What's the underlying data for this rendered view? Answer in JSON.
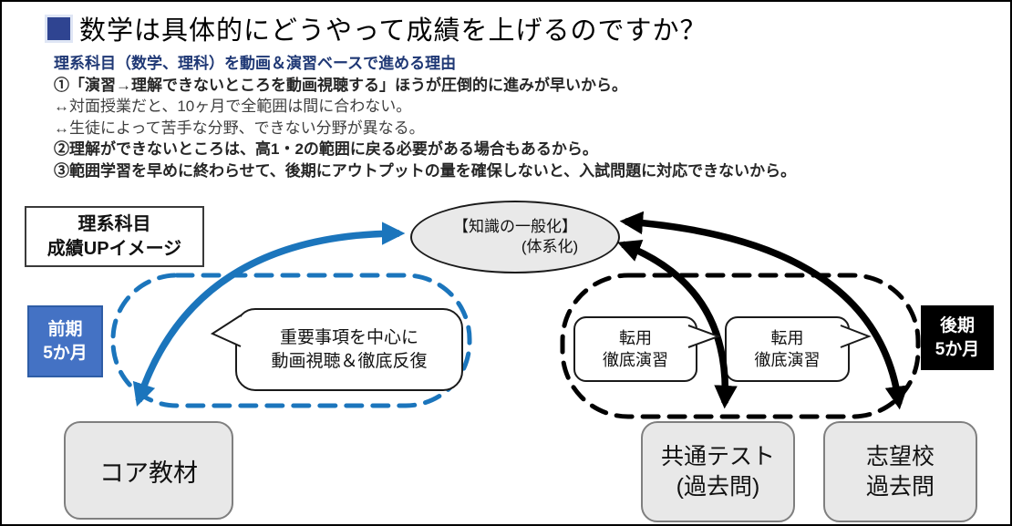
{
  "title": {
    "bullet": "■",
    "text": "数学は具体的にどうやって成績を上げるのですか？"
  },
  "reasons": {
    "heading": "理系科目（数学、理科）を動画＆演習ベースで進める理由",
    "lines": [
      {
        "text": "①「演習→理解できないところを動画視聴する」ほうが圧倒的に進みが早いから。",
        "style": "bold"
      },
      {
        "text": "↔対面授業だと、10ヶ月で全範囲は間に合わない。",
        "style": "regular"
      },
      {
        "text": "↔生徒によって苦手な分野、できない分野が異なる。",
        "style": "regular"
      },
      {
        "text": "②理解ができないところは、高1・2の範囲に戻る必要がある場合もあるから。",
        "style": "bold"
      },
      {
        "text": "③範囲学習を早めに終わらせて、後期にアウトプットの量を確保しないと、入試問題に対応できないから。",
        "style": "bold"
      }
    ]
  },
  "diagram": {
    "legend_box": {
      "line1": "理系科目",
      "line2": "成績UPイメージ"
    },
    "ellipse": {
      "line1": "【知識の一般化】",
      "line2": "(体系化)"
    },
    "phase_early": {
      "line1": "前期",
      "line2": "5か月"
    },
    "phase_late": {
      "line1": "後期",
      "line2": "5か月"
    },
    "bubble_video": {
      "line1": "重要事項を中心に",
      "line2": "動画視聴＆徹底反復"
    },
    "bubble_tenyo_left": {
      "line1": "転用",
      "line2": "徹底演習"
    },
    "bubble_tenyo_right": {
      "line1": "転用",
      "line2": "徹底演習"
    },
    "box_core": {
      "label": "コア教材"
    },
    "box_kyotsu": {
      "line1": "共通テスト",
      "line2": "(過去問)"
    },
    "box_shibou": {
      "line1": "志望校",
      "line2": "過去問"
    }
  },
  "colors": {
    "title_bullet_navy": "#2F4491",
    "heading_blue": "#1F3875",
    "arrow_blue": "#1B75BC",
    "phase_early_fill": "#4472C4",
    "phase_late_fill": "#000000",
    "ellipse_fill": "#E9E9E9",
    "result_box_fill": "#E8E8E8",
    "result_box_border": "#7F7F7F"
  }
}
